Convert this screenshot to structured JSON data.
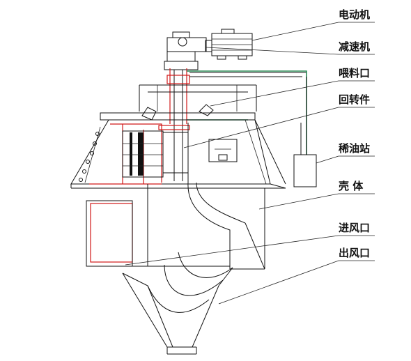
{
  "labels": {
    "motor": "电动机",
    "reducer": "减速机",
    "feed_inlet": "喂料口",
    "rotor": "回转件",
    "oil_station": "稀油站",
    "shell": "壳 体",
    "air_inlet": "进风口",
    "air_outlet": "出风口"
  },
  "colors": {
    "line": "#111111",
    "highlight_red": "#d01818",
    "pipe_green": "#2a8a55"
  }
}
